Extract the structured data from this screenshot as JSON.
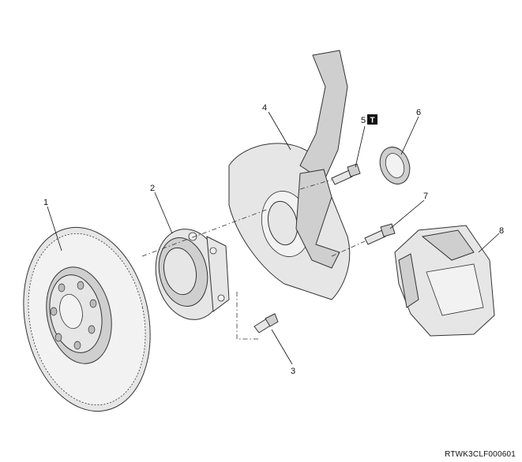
{
  "figure_id": "RTWK3CLF000601",
  "callouts": [
    {
      "number": "1",
      "part": "brake-disc"
    },
    {
      "number": "2",
      "part": "hub-bearing-assembly"
    },
    {
      "number": "3",
      "part": "hub-bolt"
    },
    {
      "number": "4",
      "part": "knuckle-dust-cover"
    },
    {
      "number": "5",
      "part": "bolt"
    },
    {
      "number": "6",
      "part": "seal"
    },
    {
      "number": "7",
      "part": "caliper-bolt"
    },
    {
      "number": "8",
      "part": "brake-caliper"
    }
  ],
  "torque_symbol": "T",
  "colors": {
    "line": "#333333",
    "fill": "#e6e6e6",
    "shade": "#cfcfcf"
  }
}
